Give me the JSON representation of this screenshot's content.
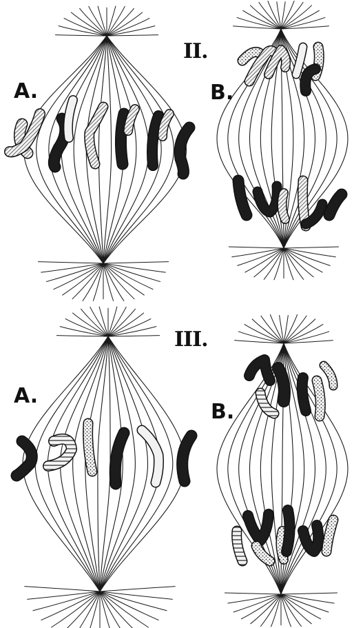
{
  "labels": {
    "fig_II": "II.",
    "fig_II_A": "A.",
    "fig_II_B": "B.",
    "fig_III": "III.",
    "fig_III_A": "A.",
    "fig_III_B": "B."
  },
  "colors": {
    "ink": "#1a1a1a",
    "paper": "#ffffff",
    "chromosome_dark": "#1c1c1c",
    "chromosome_light": "#f2f2f2"
  },
  "icons": [
    "aster-pole",
    "spindle-fibre",
    "chromosome"
  ]
}
